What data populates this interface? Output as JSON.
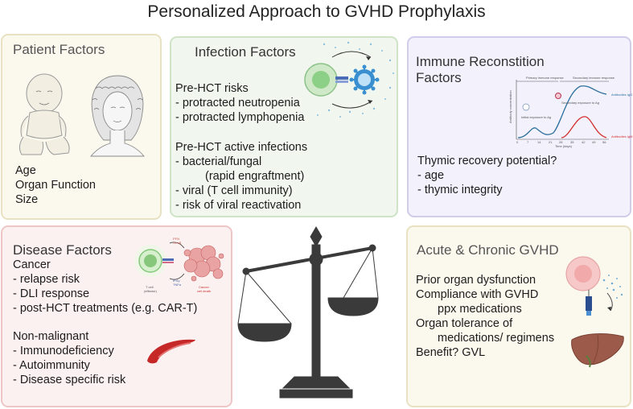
{
  "title": "Personalized Approach to GVHD Prophylaxis",
  "patient": {
    "heading": "Patient Factors",
    "items": [
      "Age",
      "Organ Function",
      "Size"
    ]
  },
  "infection": {
    "heading": "Infection Factors",
    "pre_risks_heading": "Pre-HCT risks",
    "pre_risks": [
      "- protracted neutropenia",
      "- protracted lymphopenia"
    ],
    "active_heading": "Pre-HCT active infections",
    "active": [
      "- bacterial/fungal",
      "(rapid engraftment)",
      "- viral (T cell immunity)",
      "- risk of viral reactivation"
    ]
  },
  "immune": {
    "heading_line1": "Immune Reconstition",
    "heading_line2": "Factors",
    "question": "Thymic recovery potential?",
    "items": [
      "- age",
      "-  thymic integrity"
    ],
    "chart_labels": {
      "primary": "Primary immune response",
      "secondary": "Secondary immune response",
      "ab_g": "Antibodies IgG",
      "ab_m": "Antibodies IgM",
      "ylabel": "Antibody concentration",
      "xlabel": "Time (days)",
      "initial": "Initial exposure to Ag",
      "second": "Secondary exposure to Ag",
      "ticks": [
        "0",
        "7",
        "14",
        "21",
        "28",
        "35",
        "42",
        "49",
        "56"
      ]
    }
  },
  "disease": {
    "heading": "Disease  Factors",
    "cancer_heading": "Cancer",
    "cancer": [
      "- relapse risk",
      "- DLI response",
      "- post-HCT treatments (e.g. CAR-T)"
    ],
    "nonmal_heading": "Non-malignant",
    "nonmal": [
      "- Immunodeficiency",
      "- Autoimmunity",
      "- Disease specific risk"
    ],
    "cell_labels": {
      "tcell": "T cell",
      "effector": "(effector)",
      "cancer": "Cancer",
      "cell_death": "cell death",
      "perforin": "PFN",
      "granzyme": "GrmB",
      "ifn": "IFNy",
      "tnf": "TNFa"
    }
  },
  "gvhd": {
    "heading": "Acute & Chronic GVHD",
    "lines": [
      "Prior organ dysfunction",
      "Compliance with GVHD",
      "ppx medications",
      "Organ tolerance of",
      "medications/ regimens",
      "Benefit?  GVL"
    ]
  },
  "colors": {
    "scale": "#3a3a3a",
    "cell_green": "#7bc47f",
    "cell_blue": "#3a8fd0",
    "igg": "#2b6f9e",
    "igm": "#d32f2f",
    "liver": "#9c5a4a",
    "rbc": "#c62828"
  },
  "icons": [
    "baby-icon",
    "woman-icon",
    "t-cell-icon",
    "virus-icon",
    "cancer-cell-icon",
    "red-blood-cell-icon",
    "scale-icon",
    "liver-icon",
    "syringe-icon"
  ]
}
